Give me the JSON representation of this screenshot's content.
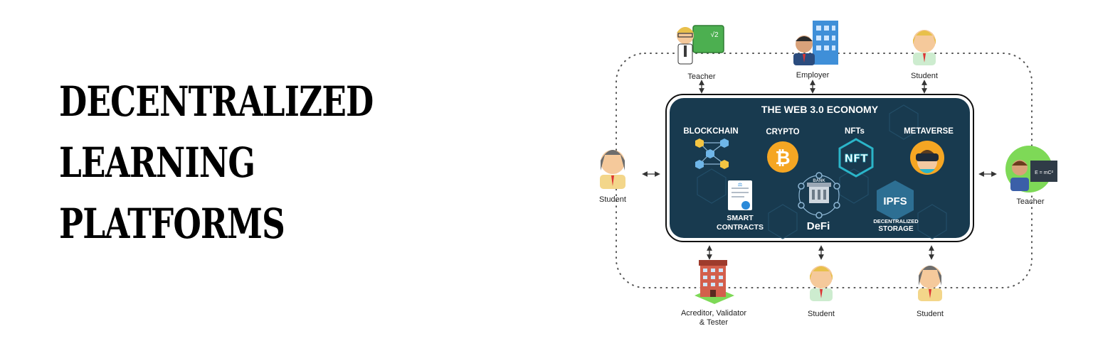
{
  "title_lines": [
    "DECENTRALIZED",
    "LEARNING",
    "PLATFORMS"
  ],
  "economy": {
    "title": "THE WEB 3.0 ECONOMY",
    "blockchain": "BLOCKCHAIN",
    "crypto": "CRYPTO",
    "nfts": "NFTs",
    "metaverse": "METAVERSE",
    "smart_contracts_1": "SMART",
    "smart_contracts_2": "CONTRACTS",
    "defi": "DeFi",
    "ipfs": "IPFS",
    "storage_1": "DECENTRALIZED",
    "storage_2": "STORAGE",
    "nft_badge": "NFT",
    "bank_sign": "BANK"
  },
  "roles": {
    "teacher_top": "Teacher",
    "employer": "Employer",
    "student_top": "Student",
    "student_left": "Student",
    "teacher_right": "Teacher",
    "accreditor_1": "Acreditor, Validator",
    "accreditor_2": "& Tester",
    "student_bottom_mid": "Student",
    "student_bottom_right": "Student"
  },
  "colors": {
    "panel": "#183a4f",
    "panel_border": "#111111",
    "bitcoin": "#f5a623",
    "nft": "#2bb5c9"
  }
}
